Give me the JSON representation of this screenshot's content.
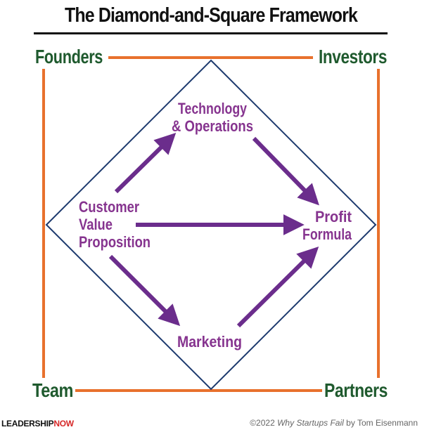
{
  "title": "The Diamond-and-Square Framework",
  "colors": {
    "square": "#e8712d",
    "diamond": "#1d3a6e",
    "corner_text": "#1f5a2e",
    "node_text": "#86348f",
    "arrows": "#6b2d8c"
  },
  "corners": {
    "top_left": "Founders",
    "top_right": "Investors",
    "bottom_left": "Team",
    "bottom_right": "Partners"
  },
  "nodes": {
    "technology_line1": "Technology",
    "technology_line2": "& Operations",
    "customer_line1": "Customer",
    "customer_line2": "Value",
    "customer_line3": "Proposition",
    "profit_line1": "Profit",
    "profit_line2": "Formula",
    "marketing": "Marketing"
  },
  "footer": {
    "logo_part1": "LEADERSHIP",
    "logo_part2": "NOW",
    "credit_year": "©2022",
    "credit_book": "Why Startups Fail",
    "credit_author": "by Tom Eisenmann"
  }
}
